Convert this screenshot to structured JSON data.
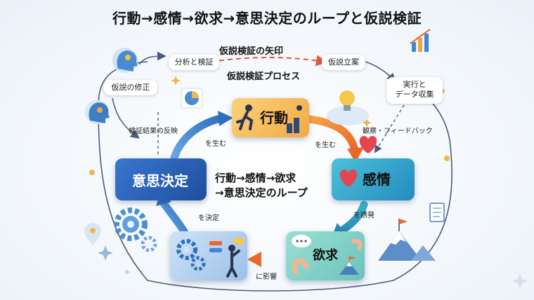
{
  "title": "行動→感情→欲求→意思決定のループと仮説検証",
  "hypothesis": {
    "arrow_title": "仮説検証の矢印",
    "process_title": "仮説検証プロセス",
    "steps": {
      "analysis": "分析と検証",
      "hypothesis": "仮説立案",
      "execute": "実行と\nデータ収集",
      "revise": "仮説の修正"
    },
    "reflect_label": "検証結果の反映",
    "observe_label": "観察・フィードバック"
  },
  "loop": {
    "nodes": {
      "action": "行動",
      "emotion": "感情",
      "desire": "欲求",
      "decision": "意思決定"
    },
    "edges": {
      "decision_to_action": "を生む",
      "action_to_emotion": "を生む",
      "emotion_to_desire": "を誘発",
      "desire_to_decision_low": "に影響",
      "desire_to_decision": "を決定"
    },
    "center_line1": "行動→感情→欲求",
    "center_line2": "→意思決定のループ"
  },
  "colors": {
    "action": "#f7b955",
    "emotion": "#2fa6c9",
    "desire": "#7fd0c5",
    "decision": "#2a5fb8",
    "arrow_orange": "#f08a32",
    "arrow_blue": "#3f86d6",
    "dash_red": "#e0573d"
  },
  "icons": [
    "lightbulb-icon",
    "gear-icon",
    "heart-icon",
    "mountain-flag-icon",
    "chart-icon",
    "pie-chart-icon",
    "head-icon",
    "document-icon",
    "emoji-icon",
    "runner-icon",
    "thought-bubble-icon"
  ]
}
